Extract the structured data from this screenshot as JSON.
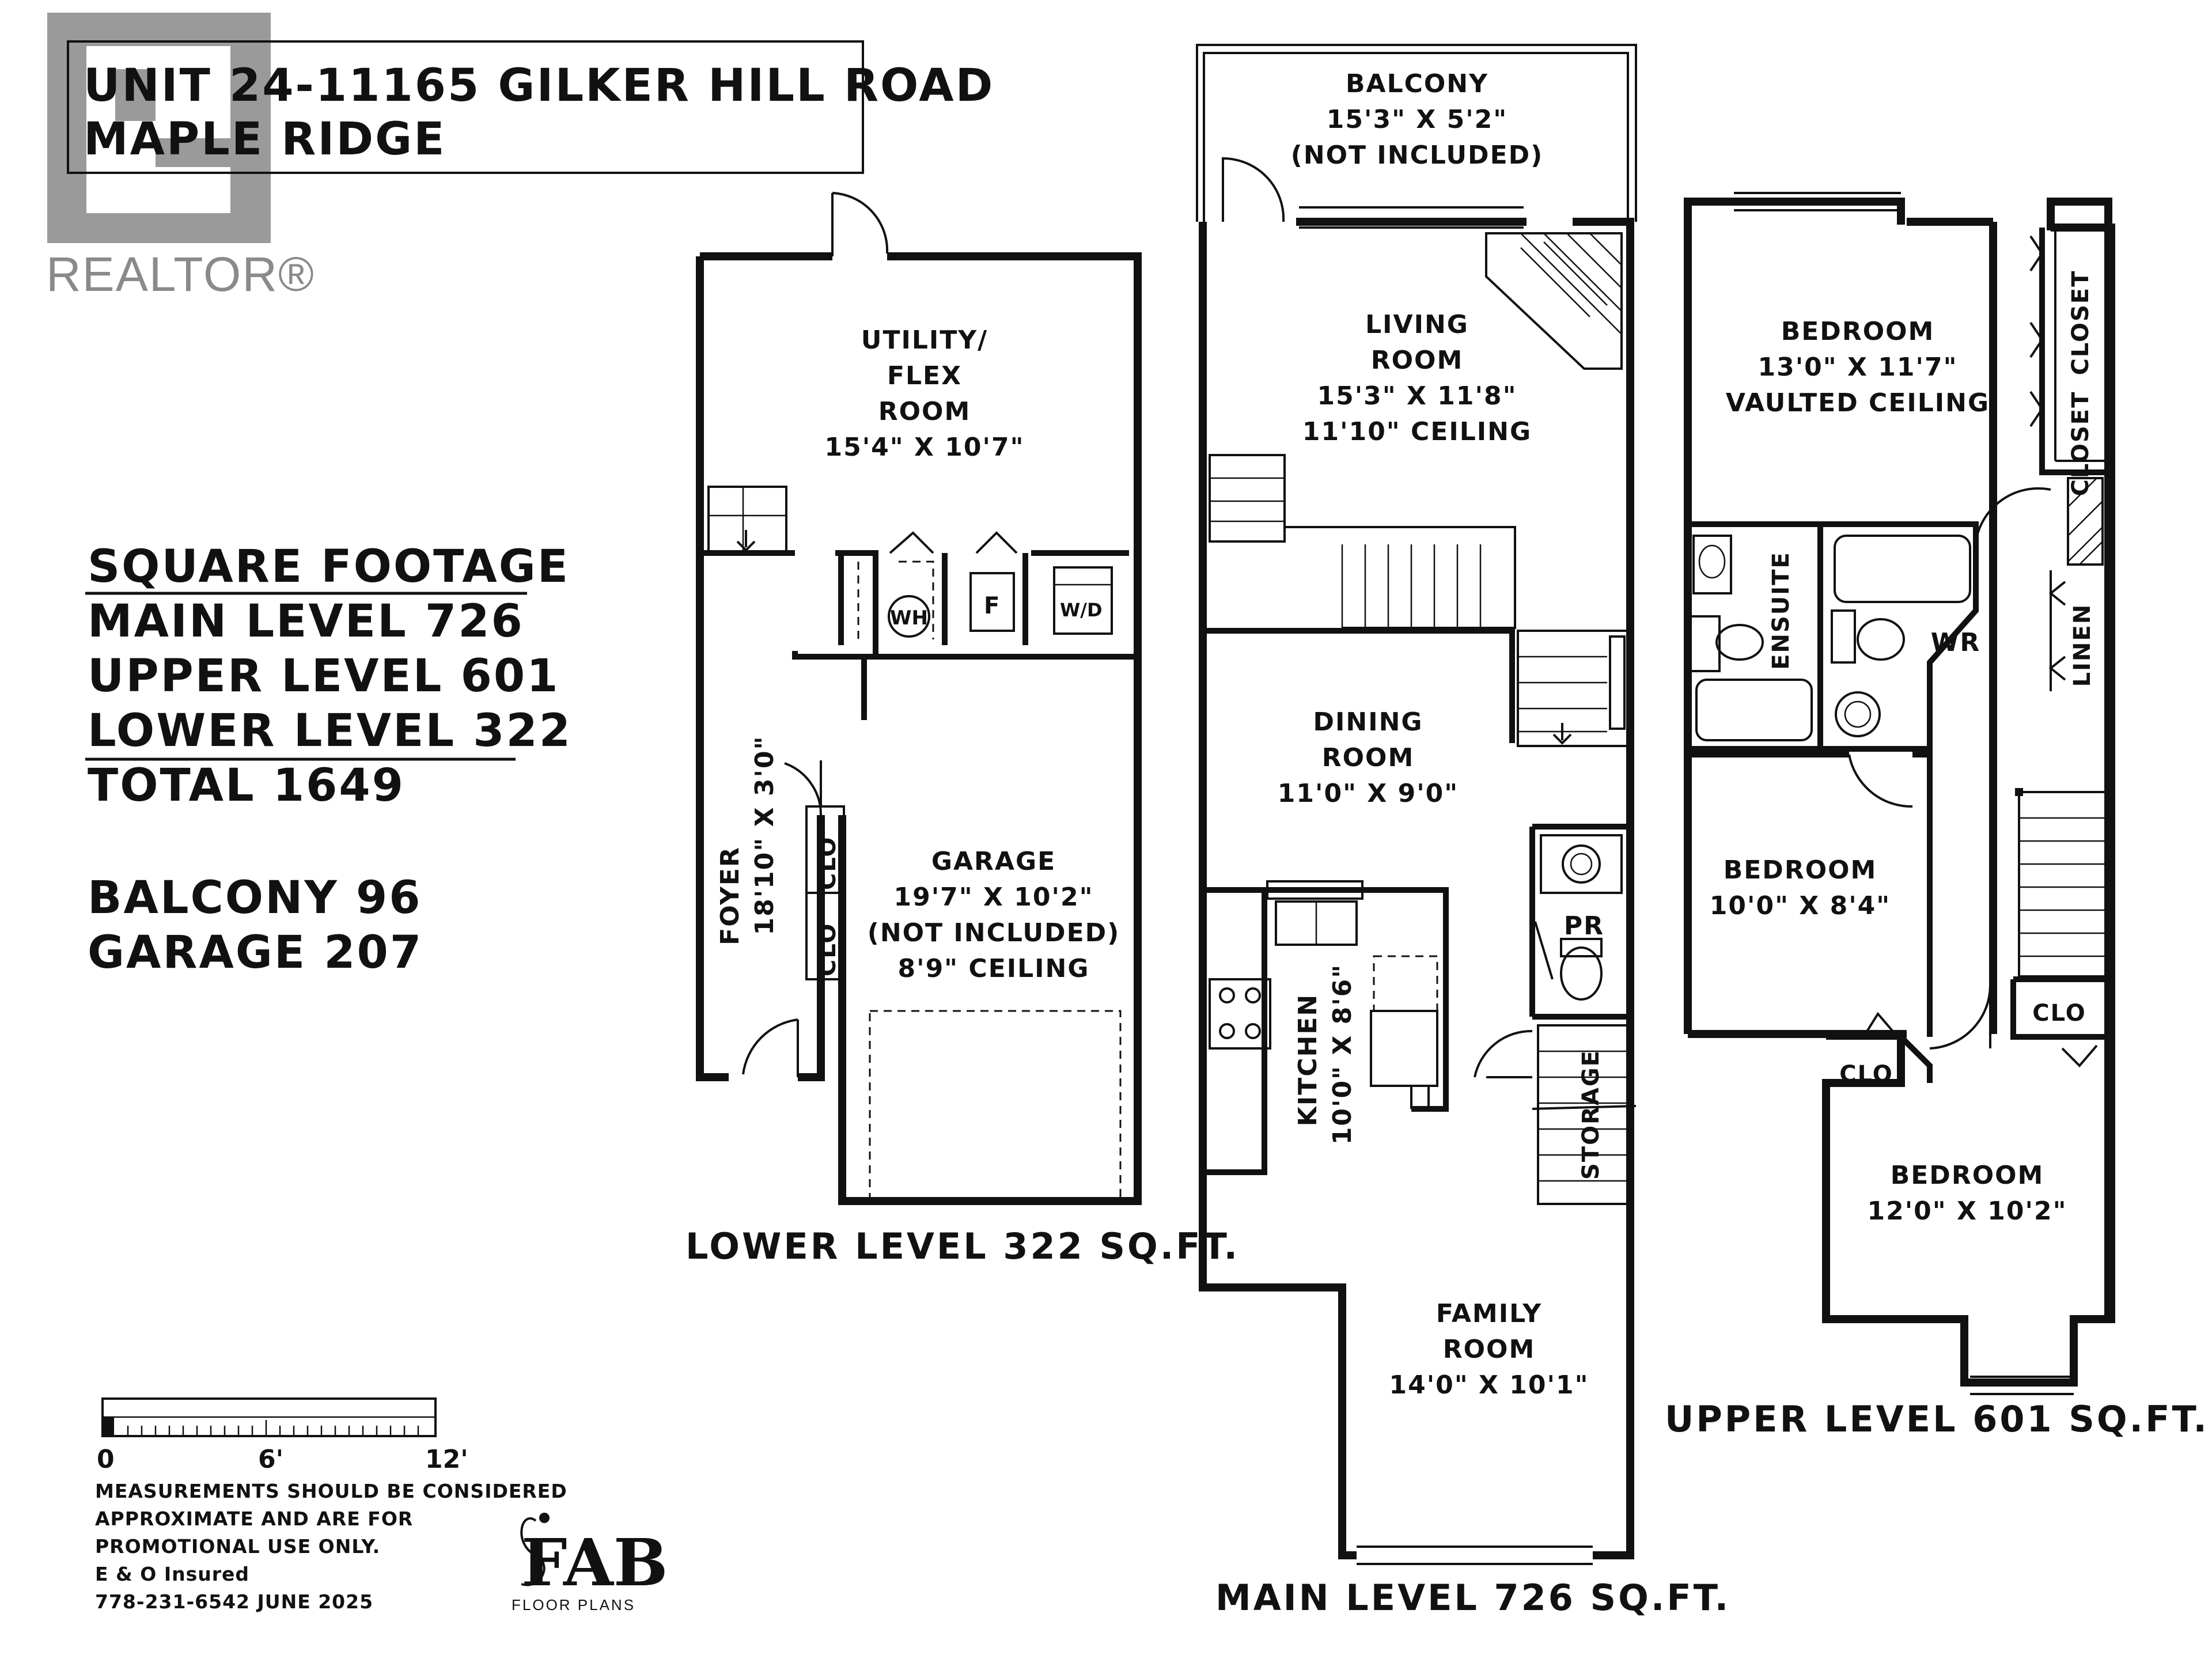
{
  "header": {
    "line1": "UNIT 24-11165 GILKER HILL ROAD",
    "line2": "MAPLE RIDGE"
  },
  "realtor": {
    "text": "REALTOR®"
  },
  "square_footage": {
    "heading": "SQUARE FOOTAGE",
    "main": "MAIN LEVEL 726",
    "upper": "UPPER LEVEL 601",
    "lower": "LOWER LEVEL 322",
    "total": "TOTAL 1649",
    "balcony": "BALCONY 96",
    "garage": "GARAGE 207"
  },
  "lower_level": {
    "caption": "LOWER LEVEL 322 SQ.FT.",
    "utility": {
      "l1": "UTILITY/",
      "l2": "FLEX",
      "l3": "ROOM",
      "dims": "15'4\" X 10'7\""
    },
    "garage": {
      "l1": "GARAGE",
      "dims": "19'7\" X 10'2\"",
      "note": "(NOT INCLUDED)",
      "ceiling": "8'9\" CEILING"
    },
    "foyer": {
      "name": "FOYER",
      "dims": "18'10\" X 3'0\""
    },
    "clo": "CLO",
    "wh": "WH",
    "f": "F",
    "wd": "W/D"
  },
  "main_level": {
    "caption": "MAIN LEVEL 726 SQ.FT.",
    "balcony": {
      "l1": "BALCONY",
      "dims": "15'3\" X 5'2\"",
      "note": "(NOT INCLUDED)"
    },
    "living": {
      "l1": "LIVING",
      "l2": "ROOM",
      "dims": "15'3\" X 11'8\"",
      "ceiling": "11'10\" CEILING"
    },
    "dining": {
      "l1": "DINING",
      "l2": "ROOM",
      "dims": "11'0\" X 9'0\""
    },
    "kitchen": {
      "name": "KITCHEN",
      "dims": "10'0\" X 8'6\""
    },
    "pr": "PR",
    "storage": "STORAGE",
    "family": {
      "l1": "FAMILY",
      "l2": "ROOM",
      "dims": "14'0\" X 10'1\""
    }
  },
  "upper_level": {
    "caption": "UPPER LEVEL 601 SQ.FT.",
    "bedroom1": {
      "l1": "BEDROOM",
      "dims": "13'0\" X 11'7\"",
      "ceiling": "VAULTED CEILING"
    },
    "closet1": "CLOSET",
    "closet2": "CLOSET",
    "ensuite": "ENSUITE",
    "wr": "WR",
    "linen": "LINEN",
    "bedroom2": {
      "l1": "BEDROOM",
      "dims": "10'0\" X 8'4\""
    },
    "bedroom3": {
      "l1": "BEDROOM",
      "dims": "12'0\" X 10'2\""
    },
    "clo_a": "CLO",
    "clo_b": "CLO"
  },
  "scale": {
    "tick0": "0",
    "tick6": "6'",
    "tick12": "12'"
  },
  "disclaimer": {
    "l1": "MEASUREMENTS SHOULD BE CONSIDERED",
    "l2": "APPROXIMATE AND ARE FOR",
    "l3": "PROMOTIONAL USE ONLY.",
    "l4": "E & O Insured",
    "l5": "778-231-6542  JUNE 2025"
  },
  "brand": {
    "name": "FAB",
    "sub": "FLOOR PLANS"
  }
}
